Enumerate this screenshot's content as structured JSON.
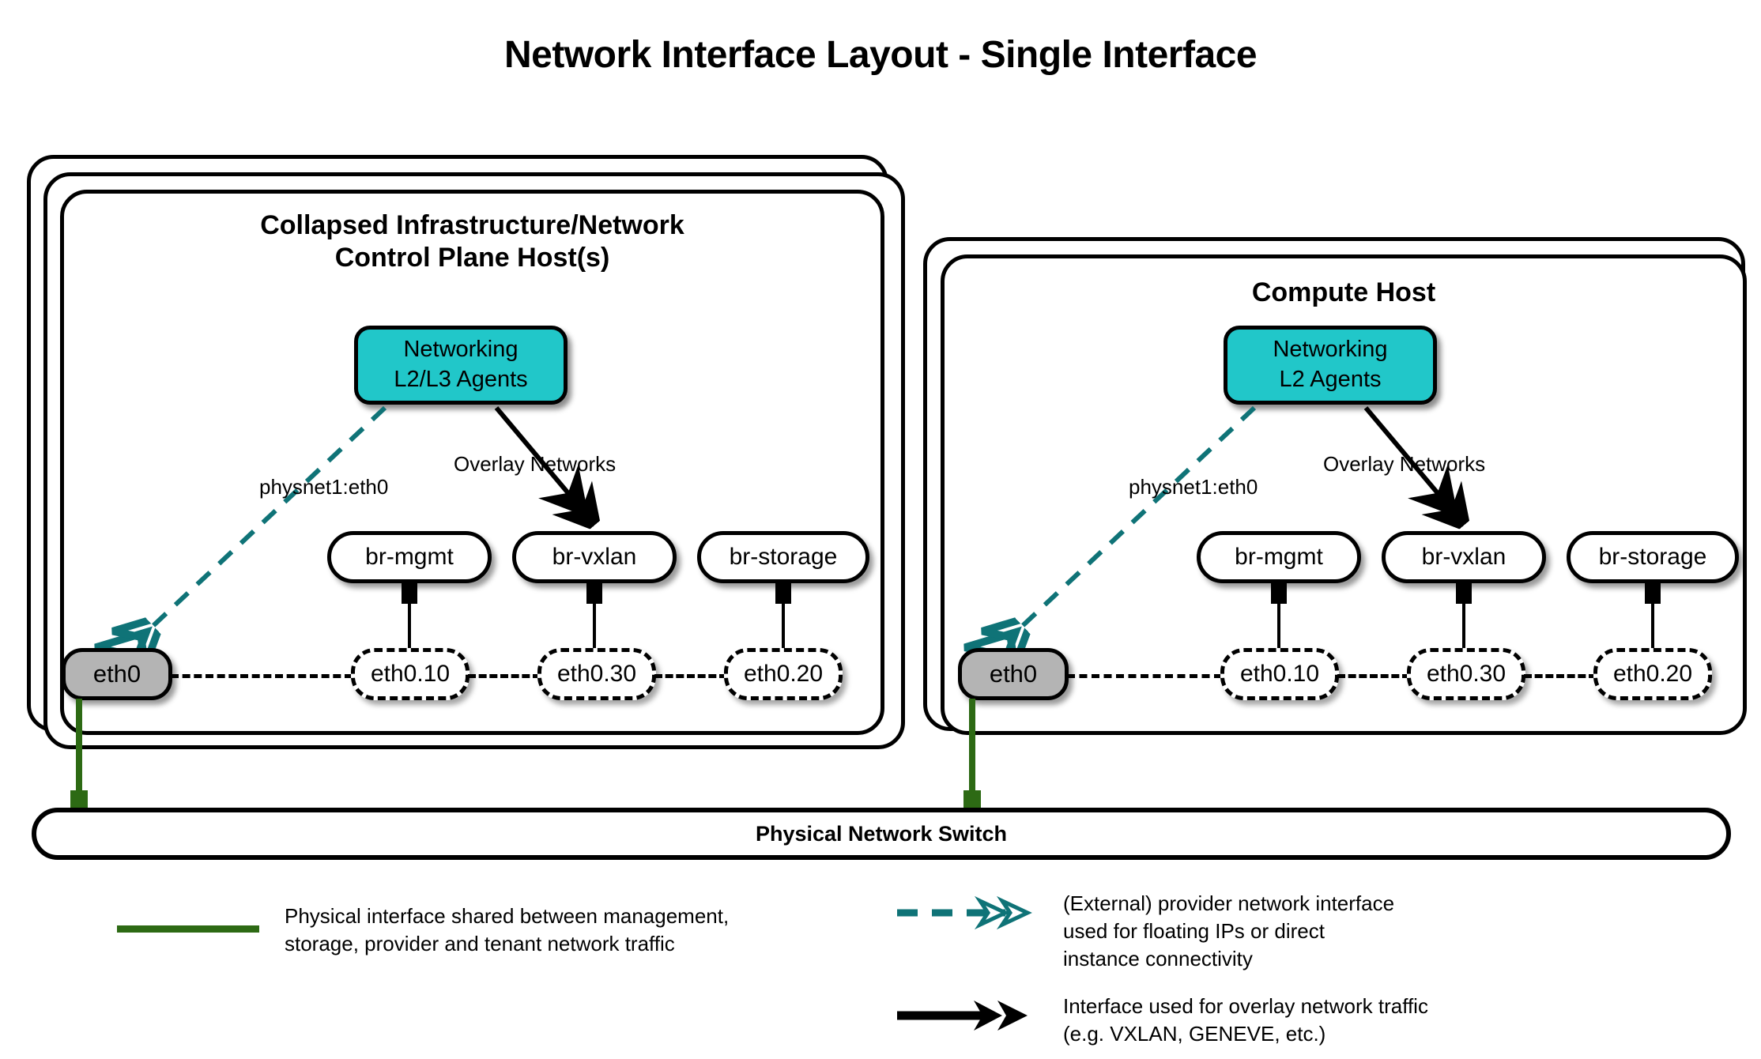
{
  "title": "Network Interface Layout - Single Interface",
  "hosts": [
    {
      "name": "control-plane-host",
      "title_line1": "Collapsed Infrastructure/Network",
      "title_line2": "Control Plane Host(s)",
      "stack_layers": 3,
      "agents_line1": "Networking",
      "agents_line2": "L2/L3 Agents",
      "provider_label": "physnet1:eth0",
      "overlay_label": "Overlay Networks",
      "nic": "eth0",
      "bridges": [
        "br-mgmt",
        "br-vxlan",
        "br-storage"
      ],
      "vlans": [
        "eth0.10",
        "eth0.30",
        "eth0.20"
      ]
    },
    {
      "name": "compute-host",
      "title_line1": "Compute Host",
      "title_line2": "",
      "stack_layers": 2,
      "agents_line1": "Networking",
      "agents_line2": "L2 Agents",
      "provider_label": "physnet1:eth0",
      "overlay_label": "Overlay Networks",
      "nic": "eth0",
      "bridges": [
        "br-mgmt",
        "br-vxlan",
        "br-storage"
      ],
      "vlans": [
        "eth0.10",
        "eth0.30",
        "eth0.20"
      ]
    }
  ],
  "switch": {
    "label": "Physical Network Switch"
  },
  "legend": {
    "physical": "Physical interface shared between management,\nstorage, provider and tenant network traffic",
    "provider": "(External) provider network interface\nused for floating IPs or direct\ninstance connectivity",
    "overlay": "Interface used for overlay network traffic\n(e.g. VXLAN, GENEVE, etc.)"
  },
  "colors": {
    "agent_fill": "#21c7c9",
    "provider_teal": "#0f7377",
    "physical_green": "#2d6a14",
    "nic_fill": "#b4b4b4",
    "stroke": "#000000"
  }
}
